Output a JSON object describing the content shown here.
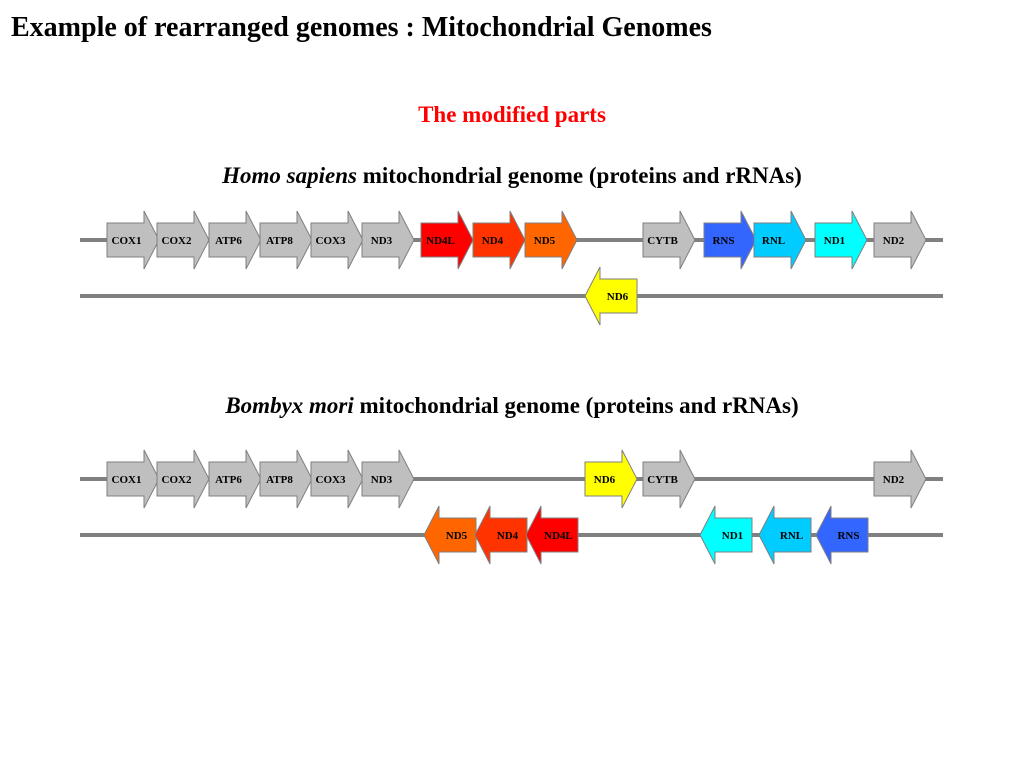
{
  "slide": {
    "title": "Example of rearranged genomes : Mitochondrial Genomes",
    "subtitle": "The modified parts"
  },
  "colors": {
    "gray": "#bfbfbf",
    "red": "#ff0000",
    "red_orange": "#ff3300",
    "orange": "#ff6600",
    "yellow": "#ffff00",
    "blue": "#3366ff",
    "sky_blue": "#00ccff",
    "cyan": "#00ffff",
    "line": "#808080",
    "title_red": "#ff0000"
  },
  "genomes": [
    {
      "id": "human",
      "species": "Homo sapiens",
      "description": "mitochondrial genome (proteins and rRNAs)",
      "strands": [
        {
          "genes": [
            {
              "name": "COX1",
              "color": "gray",
              "dir": "right"
            },
            {
              "name": "COX2",
              "color": "gray",
              "dir": "right"
            },
            {
              "name": "ATP6",
              "color": "gray",
              "dir": "right"
            },
            {
              "name": "ATP8",
              "color": "gray",
              "dir": "right"
            },
            {
              "name": "COX3",
              "color": "gray",
              "dir": "right"
            },
            {
              "name": "ND3",
              "color": "gray",
              "dir": "right"
            },
            {
              "name": "ND4L",
              "color": "red",
              "dir": "right"
            },
            {
              "name": "ND4",
              "color": "red_orange",
              "dir": "right"
            },
            {
              "name": "ND5",
              "color": "orange",
              "dir": "right"
            },
            {
              "name": "CYTB",
              "color": "gray",
              "dir": "right"
            },
            {
              "name": "RNS",
              "color": "blue",
              "dir": "right"
            },
            {
              "name": "RNL",
              "color": "sky_blue",
              "dir": "right"
            },
            {
              "name": "ND1",
              "color": "cyan",
              "dir": "right"
            },
            {
              "name": "ND2",
              "color": "gray",
              "dir": "right"
            }
          ]
        },
        {
          "genes": [
            {
              "name": "ND6",
              "color": "yellow",
              "dir": "left"
            }
          ]
        }
      ]
    },
    {
      "id": "bombyx",
      "species": "Bombyx mori",
      "description": "mitochondrial genome (proteins and rRNAs)",
      "strands": [
        {
          "genes": [
            {
              "name": "COX1",
              "color": "gray",
              "dir": "right"
            },
            {
              "name": "COX2",
              "color": "gray",
              "dir": "right"
            },
            {
              "name": "ATP6",
              "color": "gray",
              "dir": "right"
            },
            {
              "name": "ATP8",
              "color": "gray",
              "dir": "right"
            },
            {
              "name": "COX3",
              "color": "gray",
              "dir": "right"
            },
            {
              "name": "ND3",
              "color": "gray",
              "dir": "right"
            },
            {
              "name": "ND6",
              "color": "yellow",
              "dir": "right"
            },
            {
              "name": "CYTB",
              "color": "gray",
              "dir": "right"
            },
            {
              "name": "ND2",
              "color": "gray",
              "dir": "right"
            }
          ]
        },
        {
          "genes": [
            {
              "name": "ND5",
              "color": "orange",
              "dir": "left"
            },
            {
              "name": "ND4",
              "color": "red_orange",
              "dir": "left"
            },
            {
              "name": "ND4L",
              "color": "red",
              "dir": "left"
            },
            {
              "name": "ND1",
              "color": "cyan",
              "dir": "left"
            },
            {
              "name": "RNL",
              "color": "sky_blue",
              "dir": "left"
            },
            {
              "name": "RNS",
              "color": "blue",
              "dir": "left"
            }
          ]
        }
      ]
    }
  ]
}
